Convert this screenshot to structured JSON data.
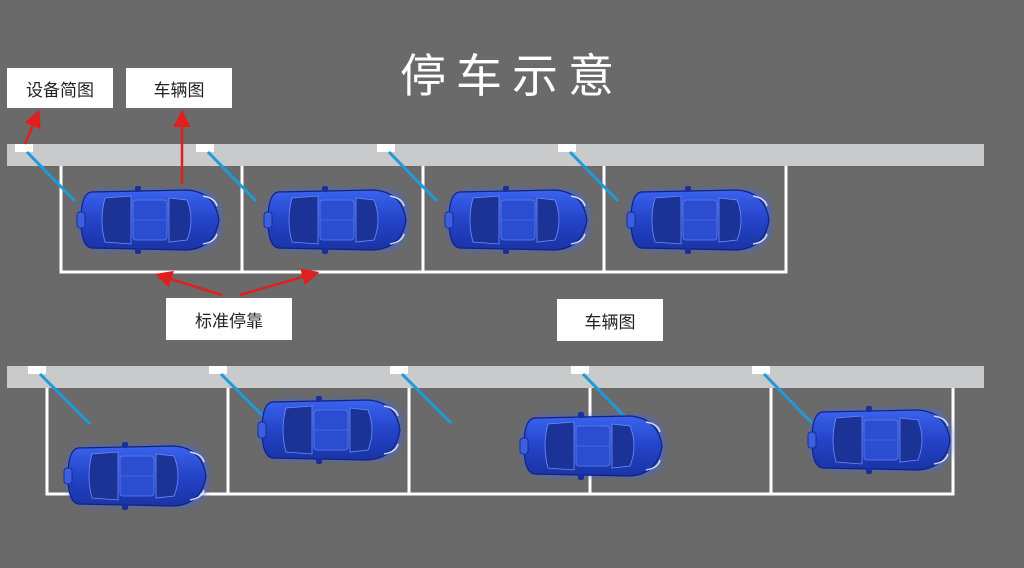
{
  "title": "停车示意",
  "labels": {
    "device_diagram": "设备简图",
    "vehicle_diagram_top": "车辆图",
    "standard_parking": "标准停靠",
    "vehicle_diagram_mid": "车辆图"
  },
  "colors": {
    "background": "#6a6a6a",
    "curb": "#c9cacb",
    "bay_line": "#ffffff",
    "sensor_beam": "#1e9bd8",
    "car_body": "#2a4fd8",
    "annotation_arrow": "#e02020"
  },
  "rows": [
    {
      "row": "upper",
      "bays": [
        {
          "car": "centered"
        },
        {
          "car": "centered"
        },
        {
          "car": "centered"
        },
        {
          "car": "centered"
        }
      ]
    },
    {
      "row": "lower",
      "bays": [
        {
          "car": "offset"
        },
        {
          "car": "offset"
        },
        {
          "car": "none"
        },
        {
          "car": "straddling"
        },
        {
          "car": "offset"
        }
      ]
    }
  ]
}
